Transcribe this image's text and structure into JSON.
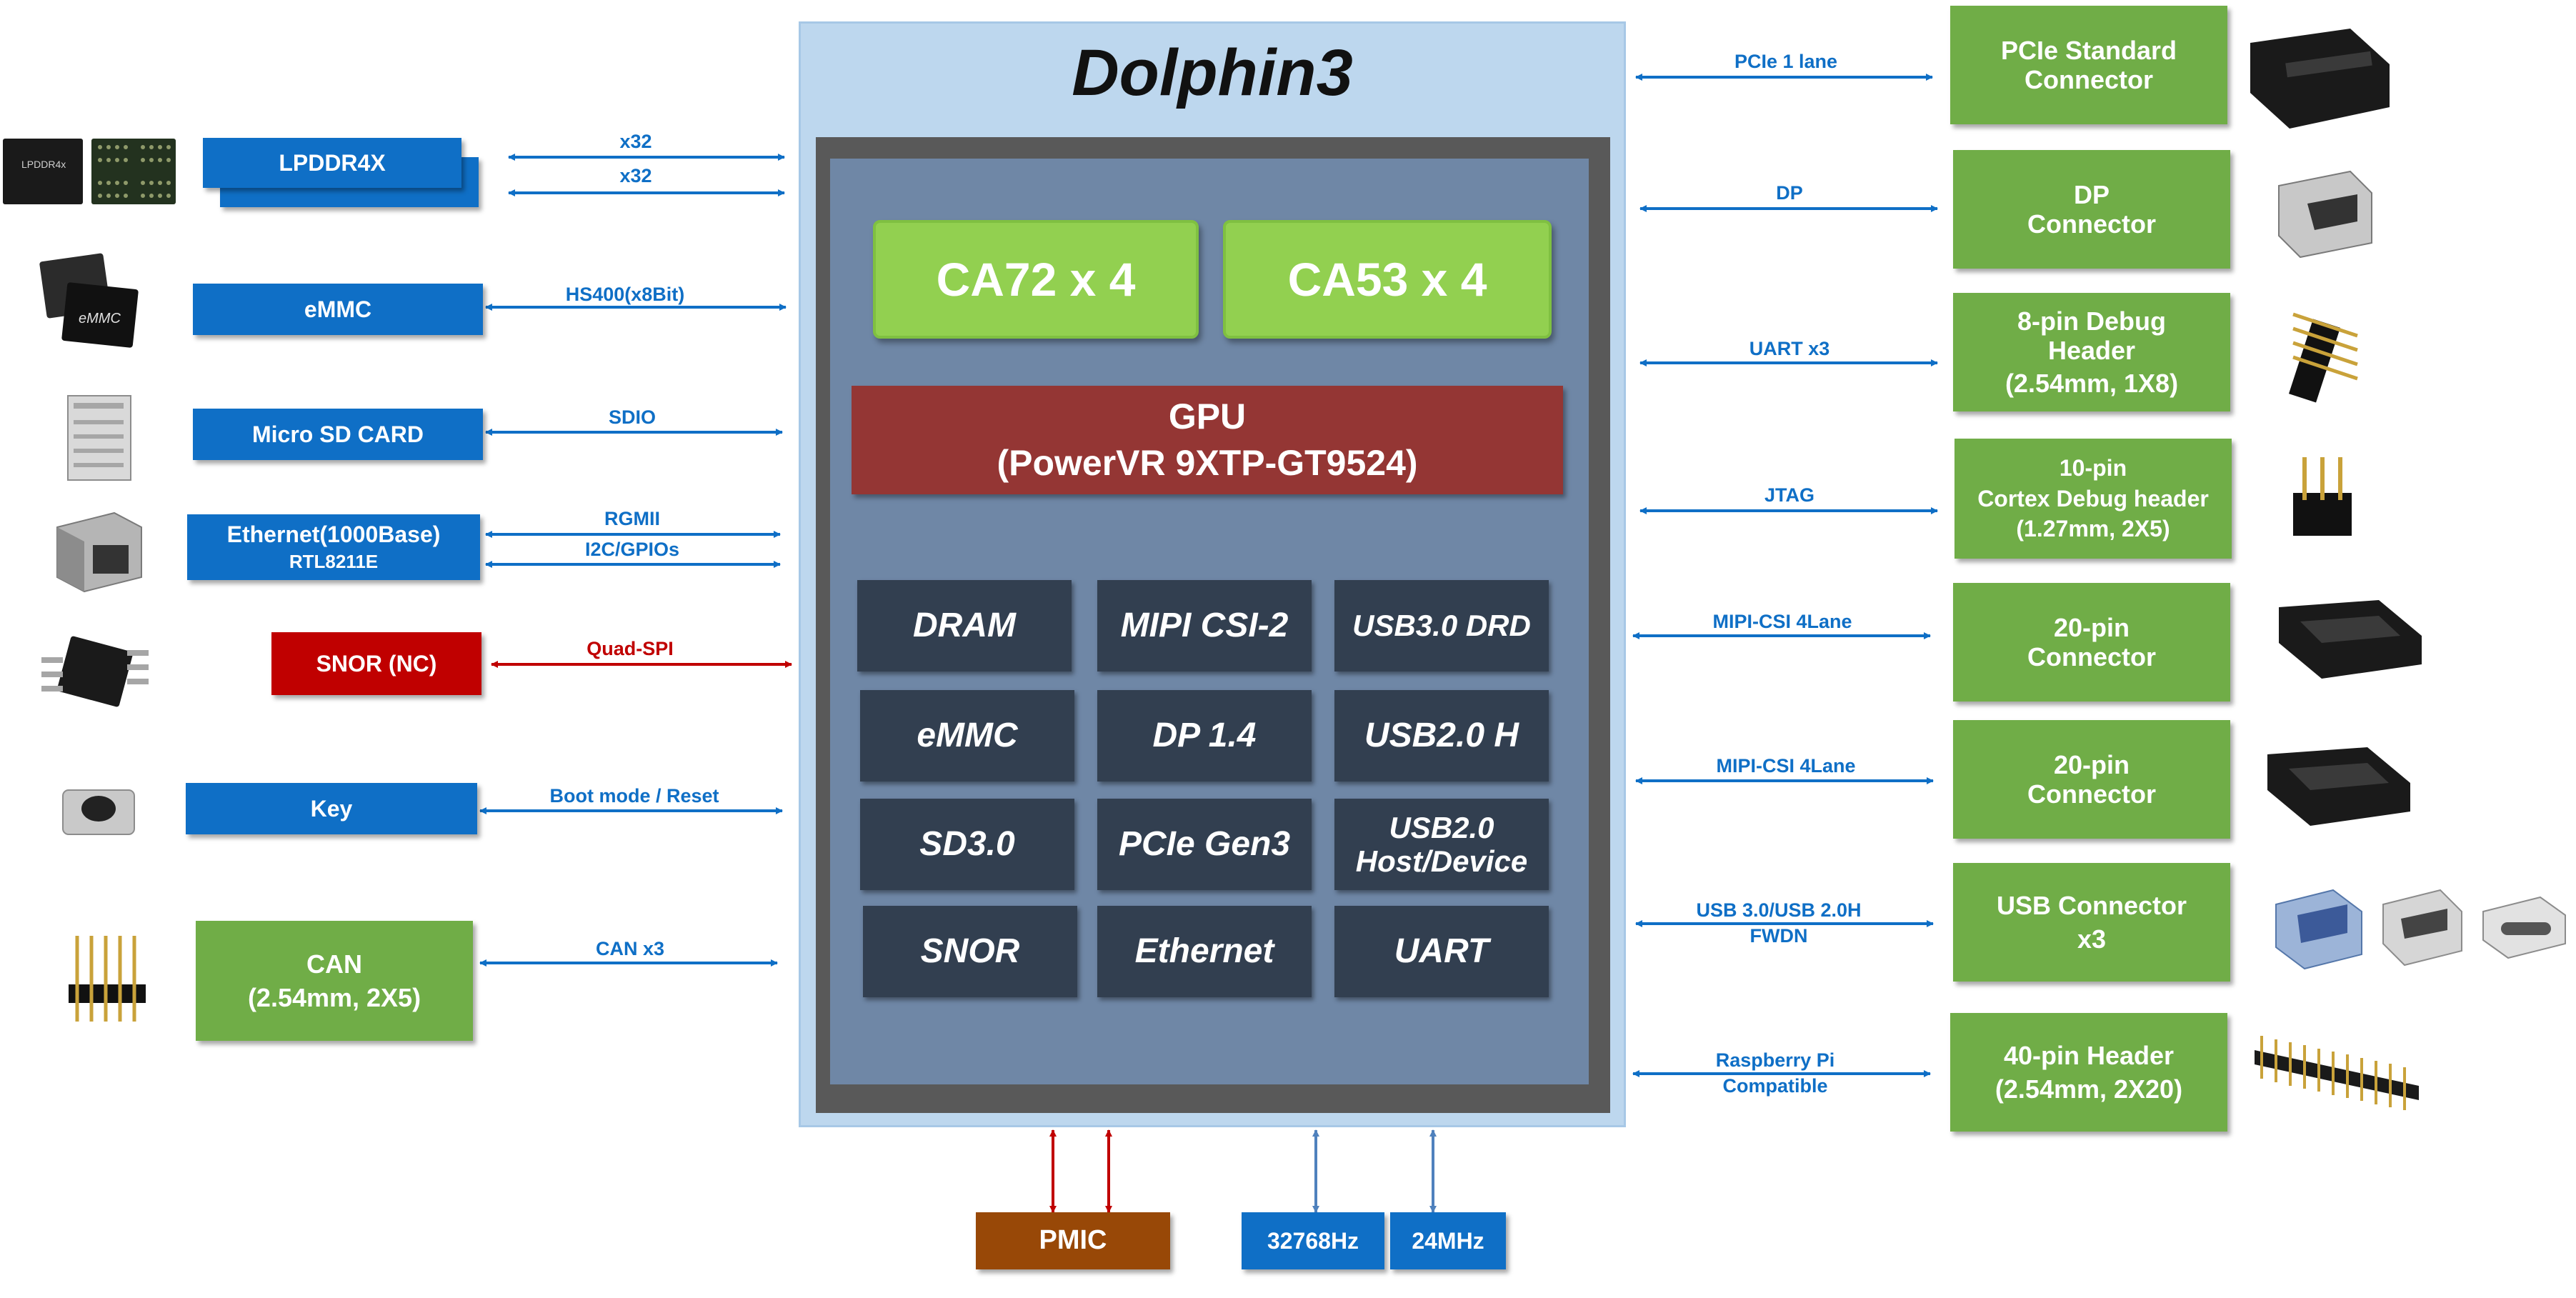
{
  "soc": {
    "title": "Dolphin3",
    "cores": [
      "CA72 x 4",
      "CA53 x 4"
    ],
    "gpu_line1": "GPU",
    "gpu_line2": "(PowerVR 9XTP-GT9524)",
    "ip_blocks": [
      [
        "DRAM",
        "MIPI CSI-2",
        "USB3.0 DRD"
      ],
      [
        "eMMC",
        "DP 1.4",
        "USB2.0 H"
      ],
      [
        "SD3.0",
        "PCIe Gen3",
        "USB2.0 Host/Device"
      ],
      [
        "SNOR",
        "Ethernet",
        "UART"
      ]
    ]
  },
  "left": {
    "lpddr": {
      "label": "LPDDR4X",
      "chip_text": "LPDDR4x",
      "links": [
        "x32",
        "x32"
      ]
    },
    "emmc": {
      "label": "eMMC",
      "chip_text": "eMMC",
      "link": "HS400(x8Bit)"
    },
    "sd": {
      "label": "Micro SD CARD",
      "link": "SDIO"
    },
    "eth": {
      "label": "Ethernet(1000Base)",
      "sub": "RTL8211E",
      "links": [
        "RGMII",
        "I2C/GPIOs"
      ]
    },
    "snor": {
      "label": "SNOR (NC)",
      "link": "Quad-SPI"
    },
    "key": {
      "label": "Key",
      "link": "Boot mode / Reset"
    },
    "can": {
      "label": "CAN",
      "sub": "(2.54mm, 2X5)",
      "link": "CAN x3"
    }
  },
  "right": {
    "pcie": {
      "label": "PCIe Standard Connector",
      "link": "PCIe 1 lane"
    },
    "dp": {
      "label": "DP Connector",
      "link": "DP"
    },
    "debug8": {
      "label": "8-pin Debug Header",
      "sub": "(2.54mm, 1X8)",
      "link": "UART x3"
    },
    "debug10": {
      "label": "10-pin",
      "sub1": "Cortex Debug header",
      "sub2": "(1.27mm, 2X5)",
      "link": "JTAG"
    },
    "csi1": {
      "label": "20-pin Connector",
      "link": "MIPI-CSI 4Lane"
    },
    "csi2": {
      "label": "20-pin Connector",
      "link": "MIPI-CSI 4Lane"
    },
    "usb": {
      "label": "USB Connector",
      "sub": "x3",
      "link1": "USB 3.0/USB 2.0H",
      "link2": "FWDN"
    },
    "hdr40": {
      "label": "40-pin Header",
      "sub": "(2.54mm, 2X20)",
      "link1": "Raspberry Pi",
      "link2": "Compatible"
    }
  },
  "bottom": {
    "pmic": "PMIC",
    "clk1": "32768Hz",
    "clk2": "24MHz"
  },
  "colors": {
    "blue_box": "#0f6fc6",
    "green_box": "#70ad47",
    "red_box": "#c00000",
    "pmic": "#984807",
    "core": "#92d050",
    "gpu": "#943634",
    "ip": "#323f50",
    "soc_bg": "#bdd7ee"
  }
}
